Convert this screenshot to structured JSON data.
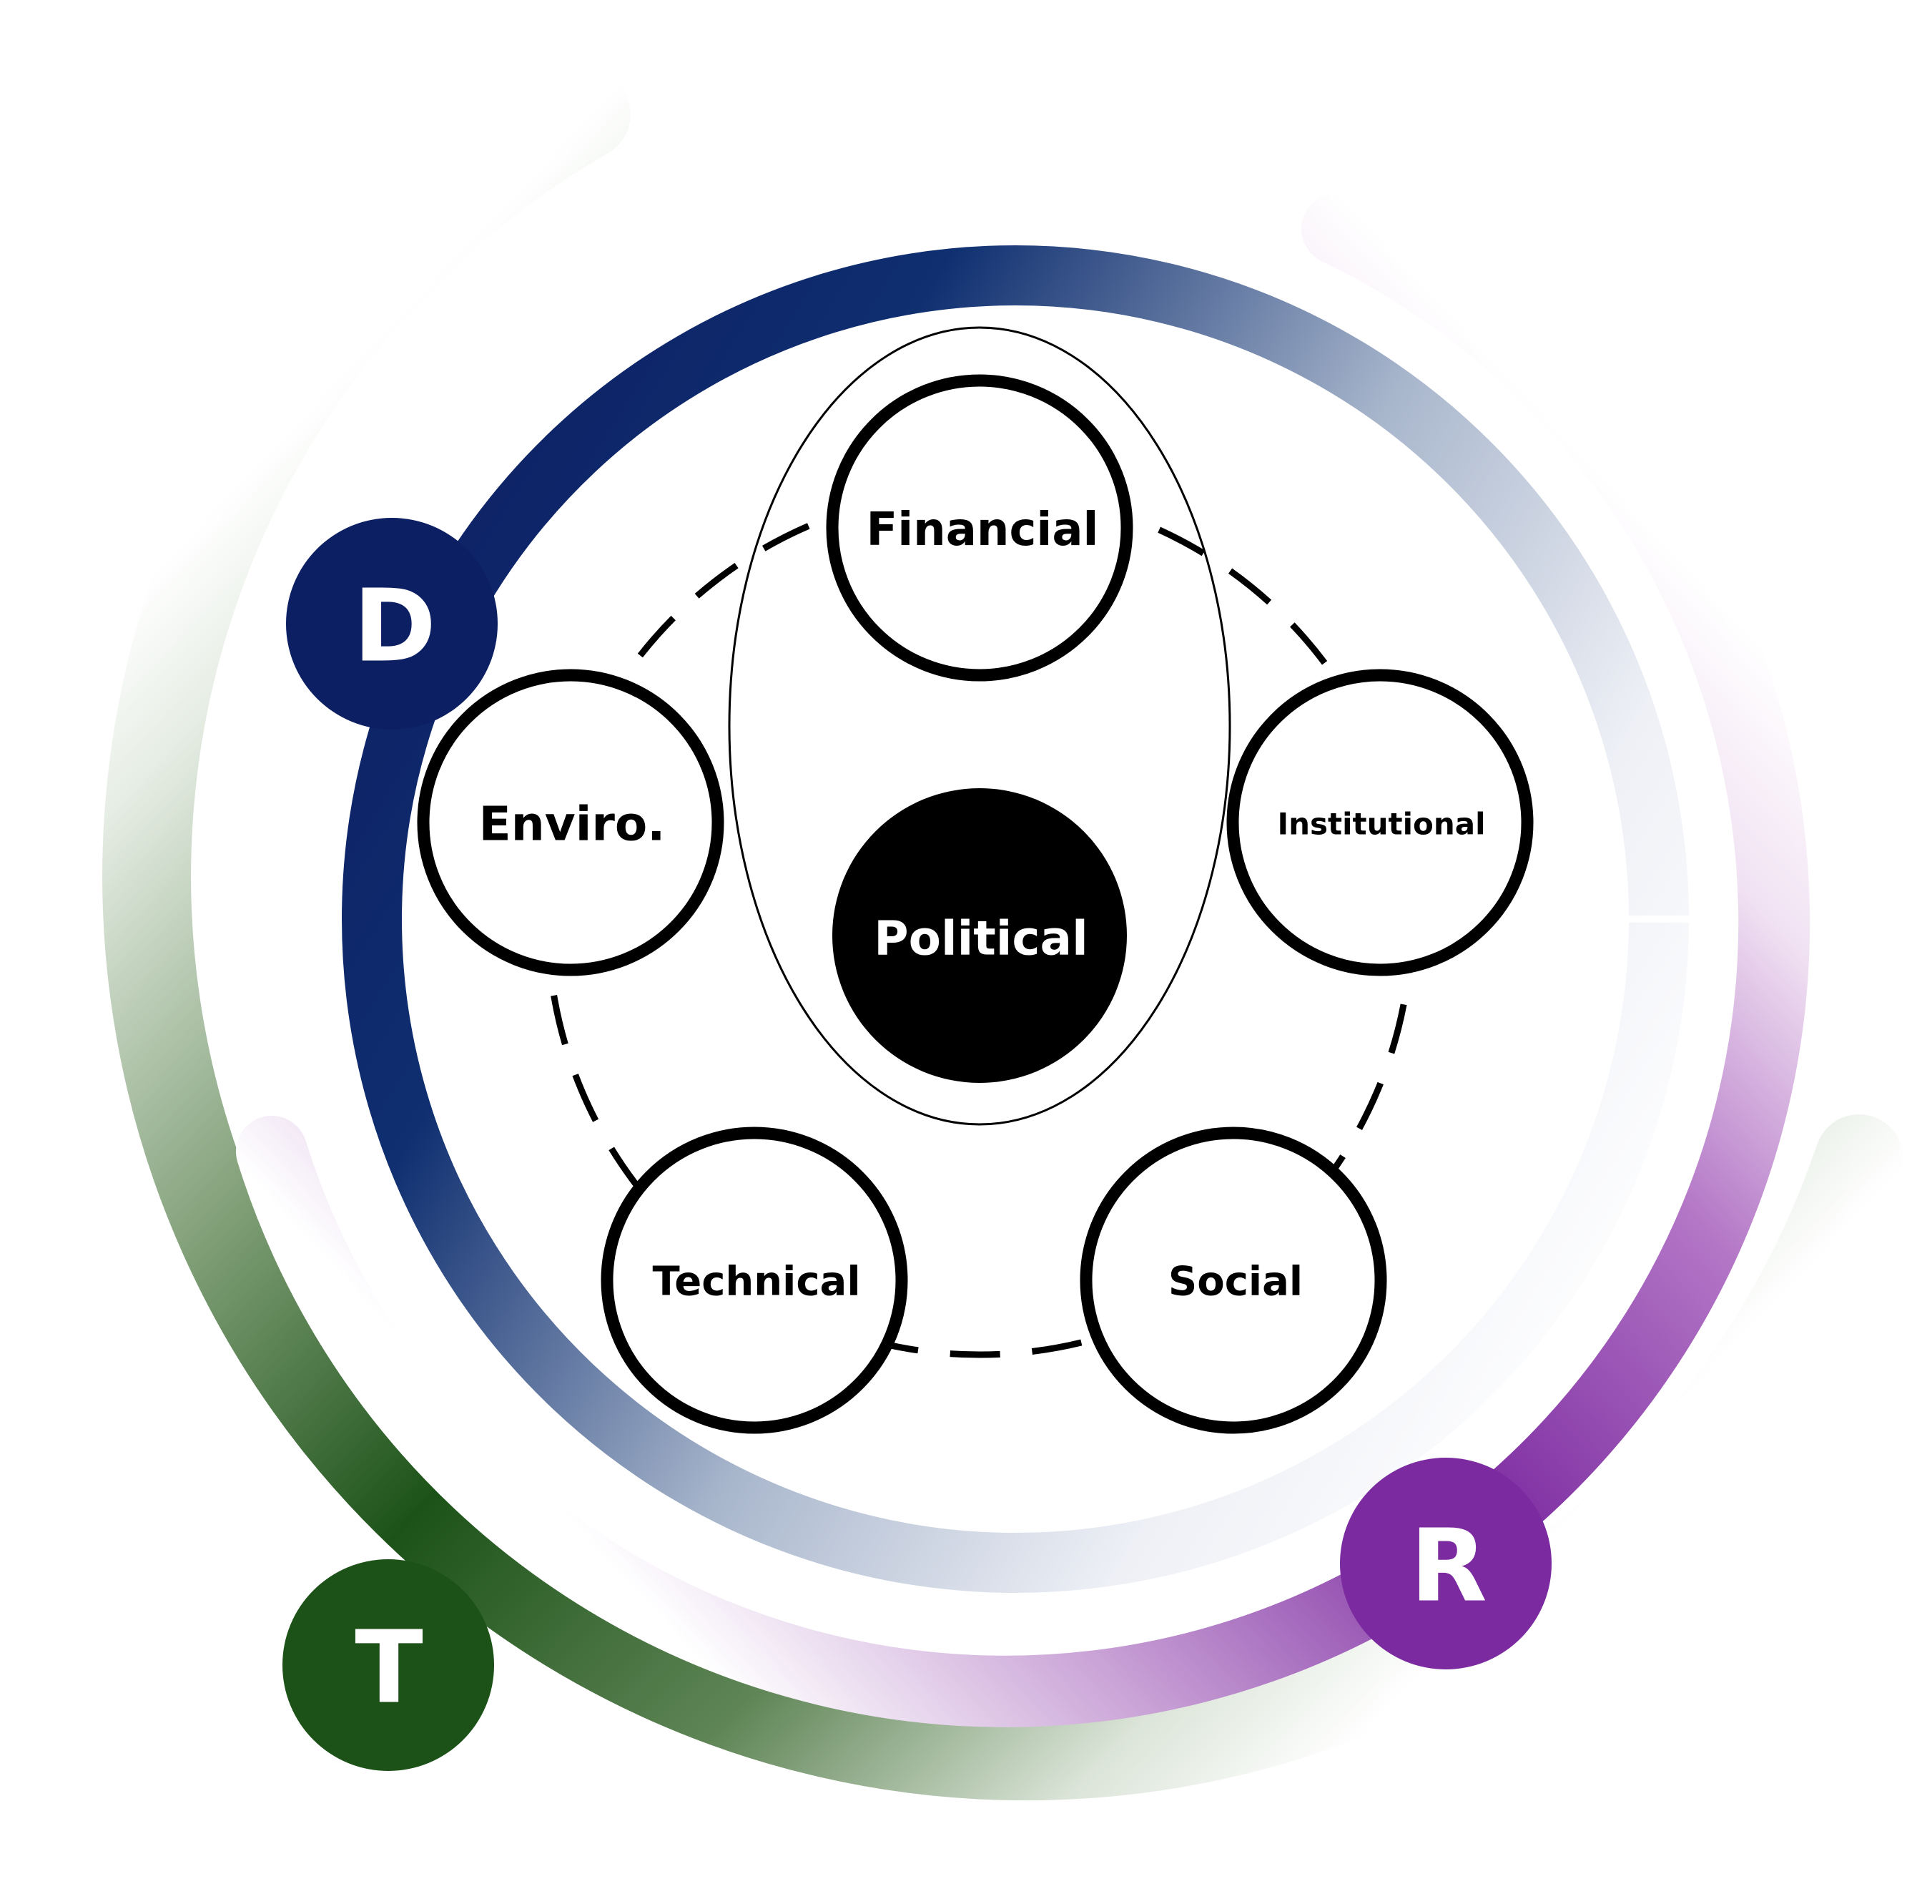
{
  "center": {
    "label": "Political"
  },
  "nodes": {
    "financial": {
      "label": "Financial"
    },
    "institutional": {
      "label": "Institutional"
    },
    "social": {
      "label": "Social"
    },
    "technical": {
      "label": "Technical"
    },
    "enviro": {
      "label": "Enviro."
    }
  },
  "arc_badges": {
    "d": {
      "label": "D",
      "color": "#0d1f63"
    },
    "r": {
      "label": "R",
      "color": "#7b2aa0"
    },
    "t": {
      "label": "T",
      "color": "#1c5218"
    }
  },
  "colors": {
    "navy": "#0d1f63",
    "purple": "#7b2aa0",
    "green": "#1c5218",
    "ring_stroke": "#000000",
    "center_fill": "#000000"
  }
}
